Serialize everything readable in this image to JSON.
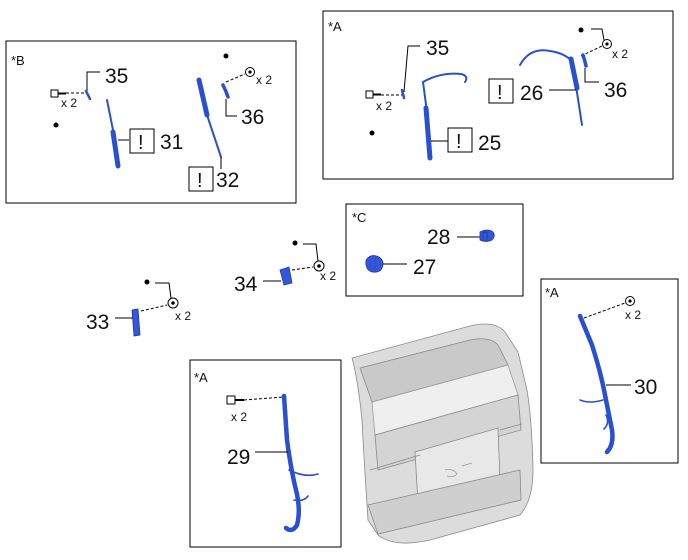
{
  "boxes": {
    "b": {
      "tag": "*B"
    },
    "a_top": {
      "tag": "*A"
    },
    "c": {
      "tag": "*C"
    },
    "a_bottom": {
      "tag": "*A"
    },
    "a_right": {
      "tag": "*A"
    }
  },
  "callouts": {
    "n35_left": "35",
    "n36_left": "36",
    "n31": "31",
    "n32": "32",
    "n35_right": "35",
    "n26": "26",
    "n36_right": "36",
    "n25": "25",
    "n28": "28",
    "n27": "27",
    "n34": "34",
    "n33": "33",
    "n29": "29",
    "n30": "30"
  },
  "quantities": {
    "q1": "x 2",
    "q2": "x 2",
    "q3": "x 2",
    "q4": "x 2",
    "q5": "x 2",
    "q6": "x 2",
    "q7": "x 2",
    "q8": "x 2"
  },
  "warning_symbol": "!",
  "colors": {
    "part_blue": "#2a4fd0",
    "door_gray": "#dcdcdc"
  }
}
